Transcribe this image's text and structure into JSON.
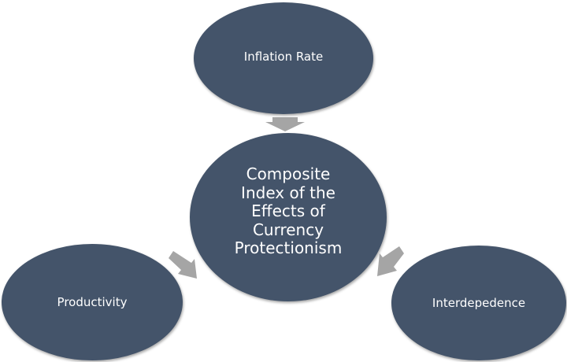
{
  "diagram": {
    "colors": {
      "node_fill": "#44546a",
      "arrow_fill": "#a5a5a5",
      "text": "#ffffff"
    },
    "center": {
      "label": "Composite\nIndex of the\nEffects of\nCurrency\nProtectionism"
    },
    "nodes": [
      {
        "label": "Inflation Rate"
      },
      {
        "label": "Productivity"
      },
      {
        "label": "Interdepedence"
      }
    ]
  }
}
